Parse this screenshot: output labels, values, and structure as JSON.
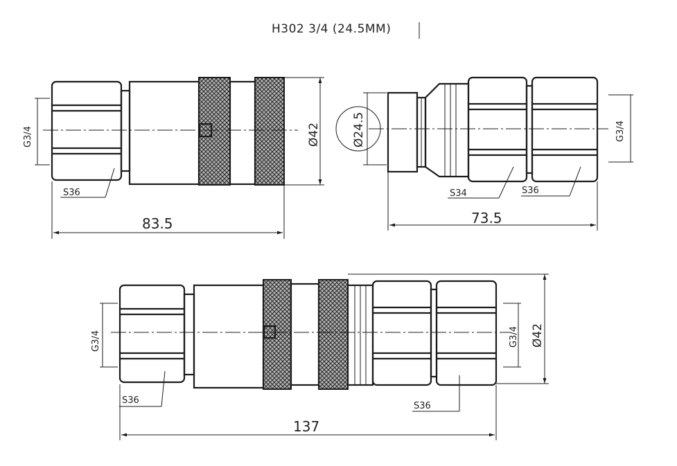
{
  "title": "H302 3/4 (24.5MM)",
  "top_left": {
    "length_label": "83.5",
    "diameter_label": "Ø42",
    "thread_label": "G3/4",
    "hex_label": "S36"
  },
  "top_right": {
    "length_label": "73.5",
    "diameter_label": "Ø24.5",
    "thread_label": "G3/4",
    "hex_small_label": "S34",
    "hex_label": "S36"
  },
  "bottom": {
    "length_label": "137",
    "diameter_label": "Ø42",
    "thread_left_label": "G3/4",
    "thread_right_label": "G3/4",
    "hex_left_label": "S36",
    "hex_right_label": "S36"
  }
}
